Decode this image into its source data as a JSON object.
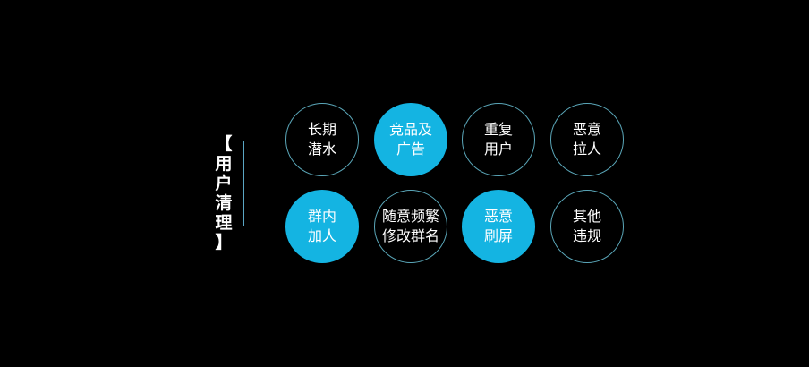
{
  "title": {
    "chars": [
      "【",
      "用",
      "户",
      "清",
      "理",
      "】"
    ],
    "text": "【用户清理】"
  },
  "colors": {
    "accent": "#14b4e2",
    "outline": "#5aa6b8",
    "background": "#000000"
  },
  "items": [
    {
      "line1": "长期",
      "line2": "潜水",
      "style": "outline"
    },
    {
      "line1": "竞品及",
      "line2": "广告",
      "style": "filled"
    },
    {
      "line1": "重复",
      "line2": "用户",
      "style": "outline"
    },
    {
      "line1": "恶意",
      "line2": "拉人",
      "style": "outline"
    },
    {
      "line1": "群内",
      "line2": "加人",
      "style": "filled"
    },
    {
      "line1": "随意频繁",
      "line2": "修改群名",
      "style": "outline"
    },
    {
      "line1": "恶意",
      "line2": "刷屏",
      "style": "filled"
    },
    {
      "line1": "其他",
      "line2": "违规",
      "style": "outline"
    }
  ]
}
